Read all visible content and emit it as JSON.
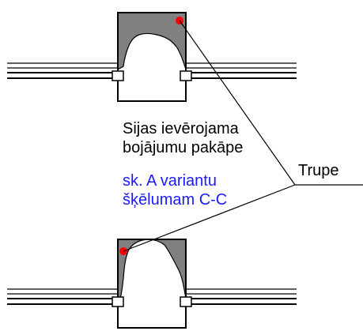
{
  "note": {
    "line1": "Sijas ievērojama",
    "line2": "bojājumu pakāpe",
    "line3": "sk. A  variantu",
    "line4": "šķēlumam C-C"
  },
  "callout": {
    "label": "Trupe"
  },
  "colors": {
    "text": "#000000",
    "link_text": "#1a1aff",
    "decay_fill": "#808080",
    "decay_marker": "#ff0000",
    "lines": "#000000"
  }
}
